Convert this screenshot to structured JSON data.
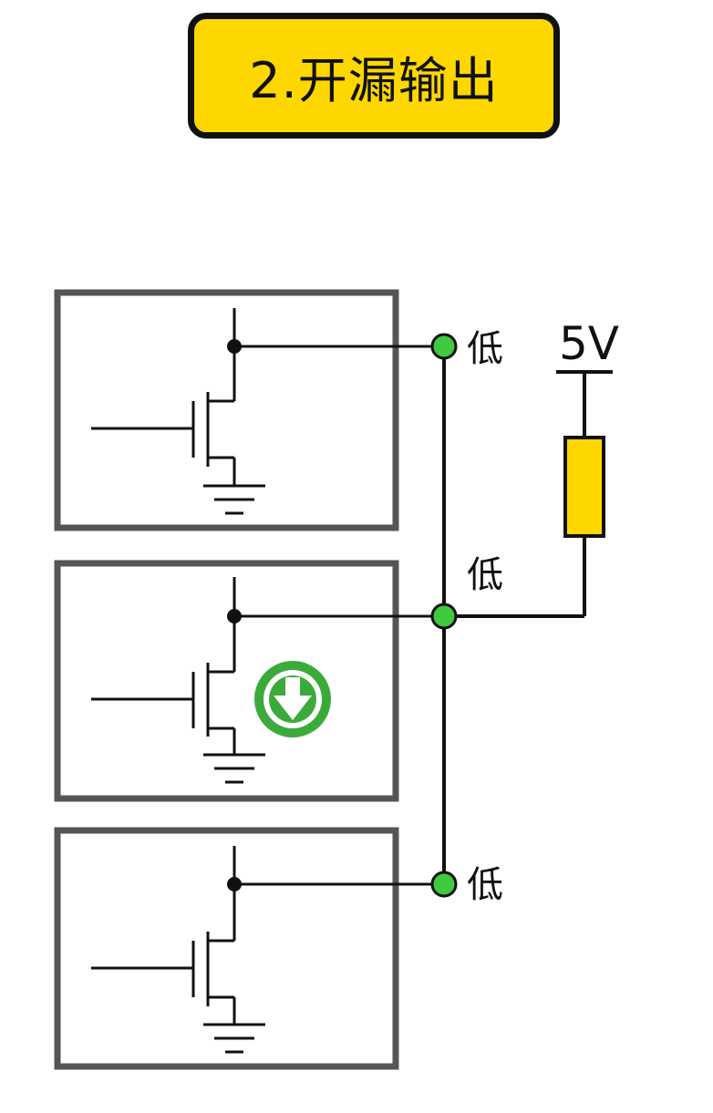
{
  "title": "2.开漏输出",
  "supply_label": "5V",
  "node_labels": [
    "低",
    "低",
    "低"
  ],
  "colors": {
    "title_bg": "#ffd700",
    "resistor_fill": "#ffd700",
    "node_green": "#3ec93e",
    "pulldown_icon": "#3aab3a",
    "wire": "#111111",
    "box_border": "#555555"
  },
  "icons": {
    "pulldown": "down-arrow-circle-icon",
    "ground": "ground-symbol-icon"
  }
}
